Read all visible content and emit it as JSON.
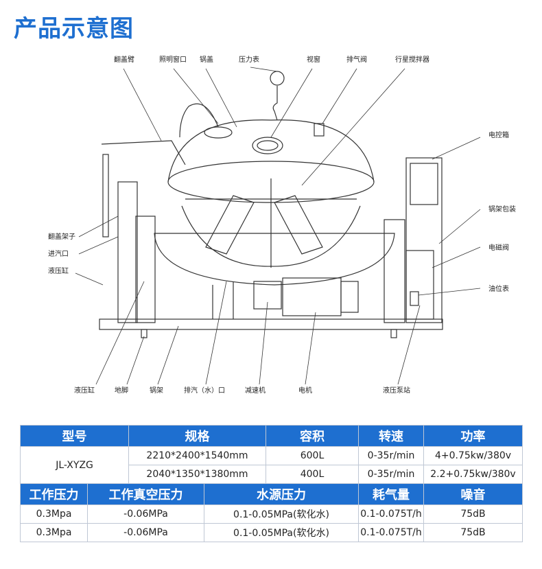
{
  "title": "产品示意图",
  "callouts": {
    "top": [
      "翻盖臂",
      "照明窗口",
      "锅盖",
      "压力表",
      "视窗",
      "排气阀",
      "行星搅拌器"
    ],
    "right": [
      "电控箱",
      "锅架包装",
      "电磁阀",
      "油位表"
    ],
    "left": [
      "翻盖架子",
      "进汽口",
      "液压缸"
    ],
    "bottom": [
      "液压缸",
      "地脚",
      "锅架",
      "排汽（水）口",
      "减速机",
      "电机",
      "液压泵站"
    ]
  },
  "table1": {
    "headers": [
      "型号",
      "规格",
      "容积",
      "转速",
      "功率"
    ],
    "model": "JL-XYZG",
    "rows": [
      [
        "2210*2400*1540mm",
        "600L",
        "0-35r/min",
        "4+0.75kw/380v"
      ],
      [
        "2040*1350*1380mm",
        "400L",
        "0-35r/min",
        "2.2+0.75kw/380v"
      ]
    ]
  },
  "table2": {
    "headers": [
      "工作压力",
      "工作真空压力",
      "水源压力",
      "耗气量",
      "噪音"
    ],
    "rows": [
      [
        "0.3Mpa",
        "-0.06MPa",
        "0.1-0.05MPa(软化水)",
        "0.1-0.075T/h",
        "75dB"
      ],
      [
        "0.3Mpa",
        "-0.06MPa",
        "0.1-0.05MPa(软化水)",
        "0.1-0.075T/h",
        "75dB"
      ]
    ]
  },
  "colors": {
    "accent": "#1e6fd0",
    "border": "#bfc7d4"
  }
}
